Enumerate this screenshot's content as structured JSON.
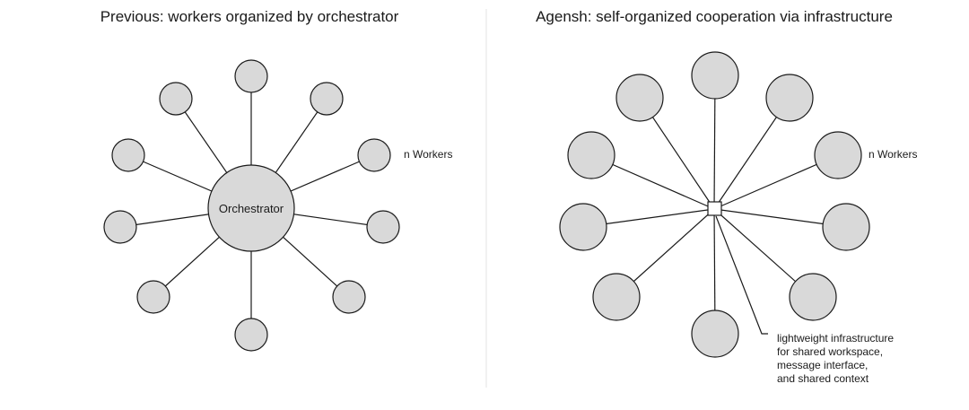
{
  "left_panel": {
    "title": "Previous: workers organized by orchestrator",
    "hub_label": "Orchestrator",
    "workers_label": "n Workers"
  },
  "right_panel": {
    "title": "Agensh: self-organized cooperation via infrastructure",
    "workers_label": "n Workers",
    "infra_label": [
      "lightweight infrastructure",
      "for shared workspace,",
      "message interface,",
      "and shared context"
    ]
  },
  "colors": {
    "node_fill": "#d9d9d9",
    "stroke": "#1a1a1a",
    "divider": "#e3e3e3"
  }
}
